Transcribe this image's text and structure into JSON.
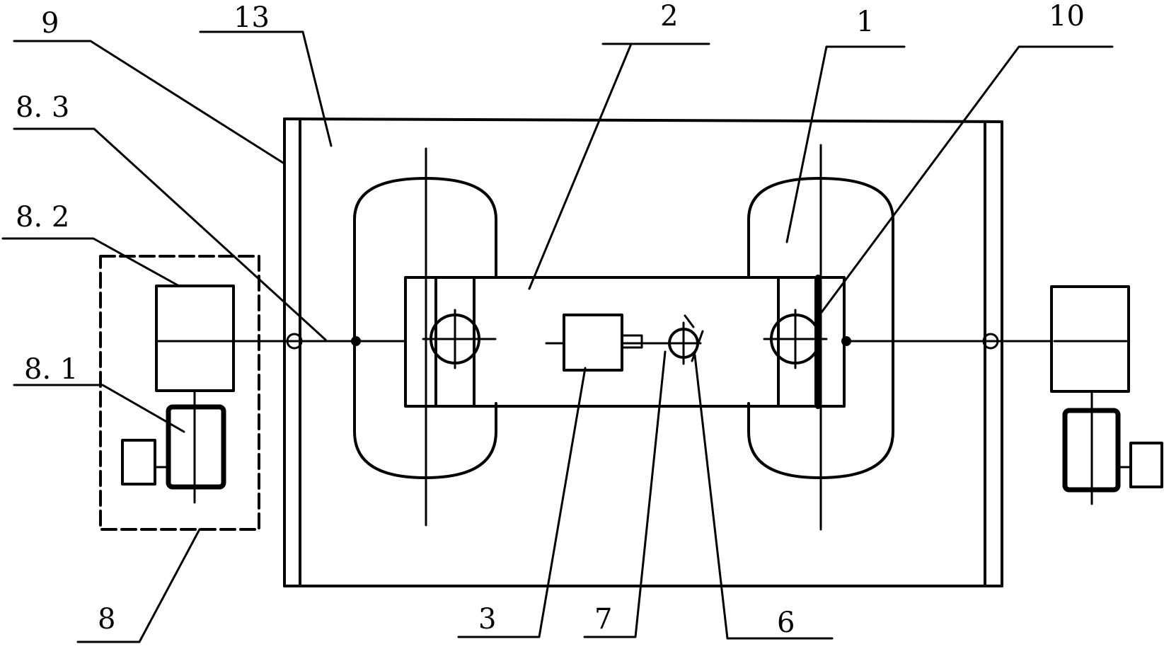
{
  "labels": {
    "l9": "9",
    "l13": "13",
    "l2": "2",
    "l1": "1",
    "l10": "10",
    "l83": "8. 3",
    "l82": "8. 2",
    "l81": "8. 1",
    "l8": "8",
    "l3": "3",
    "l7": "7",
    "l6": "6"
  }
}
